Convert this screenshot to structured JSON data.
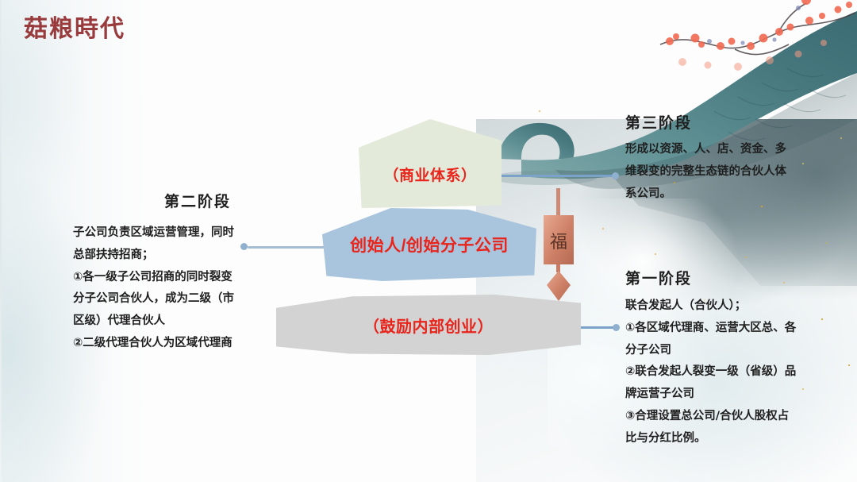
{
  "brand": {
    "logo_text": "菇粮時代",
    "logo_color": "#993b3d"
  },
  "shapes": [
    {
      "id": "business-system",
      "label": "（商业体系）",
      "fill": "#e3eada",
      "text_color": "#e8241b"
    },
    {
      "id": "founder-company",
      "label": "创始人/创始分子公司",
      "fill": "#a9c4dd",
      "text_color": "#e8241b"
    },
    {
      "id": "internal-entrepreneurship",
      "label": "（鼓励内部创业）",
      "fill": "#d3d3d3",
      "text_color": "#e8241b"
    }
  ],
  "stages": {
    "stage_one": {
      "heading": "第一阶段",
      "body": "联合发起人（合伙人）；\n①各区域代理商、运营大区总、各分子公司\n②联合发起人裂变一级（省级）品牌运营子公司\n③合理设置总公司/合伙人股权占比与分红比例。"
    },
    "stage_two": {
      "heading": "第二阶段",
      "body": "子公司负责区域运营管理，同时总部扶持招商；\n①各一级子公司招商的同时裂变分子公司合伙人，成为二级（市区级）代理合伙人\n②二级代理合伙人为区域代理商"
    },
    "stage_three": {
      "heading": "第三阶段",
      "body": "形成以资源、人、店、资金、多维裂变的完整生态链的合伙人体系公司。"
    }
  },
  "ornament": {
    "character": "福",
    "color": "#c97a63"
  },
  "decor": {
    "eave_color": "#5e8f93",
    "plum_blossom_color": "#f26a52",
    "connector_color": "#7ba3c9"
  }
}
